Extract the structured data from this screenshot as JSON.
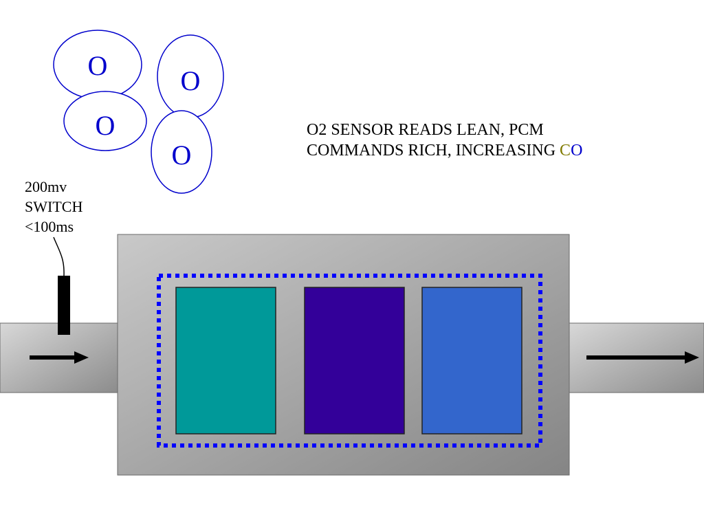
{
  "description": {
    "line1": "O2 SENSOR READS LEAN, PCM",
    "line2_prefix": "COMMANDS RICH, INCREASING ",
    "co_c": "C",
    "co_o": "O"
  },
  "sensor_label": {
    "line1": "200mv",
    "line2": "SWITCH",
    "line3": "<100ms"
  },
  "oxygen_atoms": [
    {
      "label": "O"
    },
    {
      "label": "O"
    },
    {
      "label": "O"
    },
    {
      "label": "O"
    }
  ],
  "colors": {
    "atom_outline": "#0000cc",
    "catalyst_brick_1": "#009999",
    "catalyst_brick_2": "#330099",
    "catalyst_brick_3": "#3366cc",
    "dotted_border": "#0000ff",
    "co_c": "#807a00",
    "co_o": "#0000cc"
  }
}
